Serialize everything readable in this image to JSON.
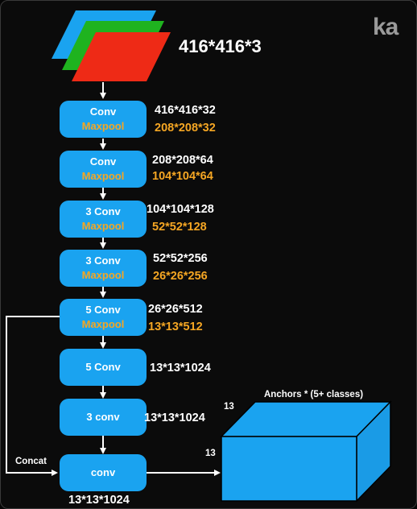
{
  "logo_text": "ka",
  "input": {
    "dims": "416*416*3",
    "colors": [
      "#1aa3f0",
      "#1fb31f",
      "#ee2a16"
    ]
  },
  "blocks": [
    {
      "name": "Conv",
      "pool": "Maxpool",
      "out": "416*416*32",
      "pool_out": "208*208*32"
    },
    {
      "name": "Conv",
      "pool": "Maxpool",
      "out": "208*208*64",
      "pool_out": "104*104*64"
    },
    {
      "name": "3 Conv",
      "pool": "Maxpool",
      "out": "104*104*128",
      "pool_out": "52*52*128"
    },
    {
      "name": "3 Conv",
      "pool": "Maxpool",
      "out": "52*52*256",
      "pool_out": "26*26*256"
    },
    {
      "name": "5 Conv",
      "pool": "Maxpool",
      "out": "26*26*512",
      "pool_out": "13*13*512"
    },
    {
      "name": "5 Conv",
      "out": "13*13*1024"
    },
    {
      "name": "3 conv",
      "out": "13*13*1024"
    },
    {
      "name": "conv",
      "out": "13*13*1024"
    }
  ],
  "concat_label": "Concat",
  "output_tensor": {
    "title": "Anchors * (5+ classes)",
    "depth_label": "13",
    "height_label": "13"
  },
  "colors": {
    "block": "#1aa3f0",
    "accent": "#f5a623",
    "text": "#ffffff",
    "background": "#0b0b0b"
  }
}
